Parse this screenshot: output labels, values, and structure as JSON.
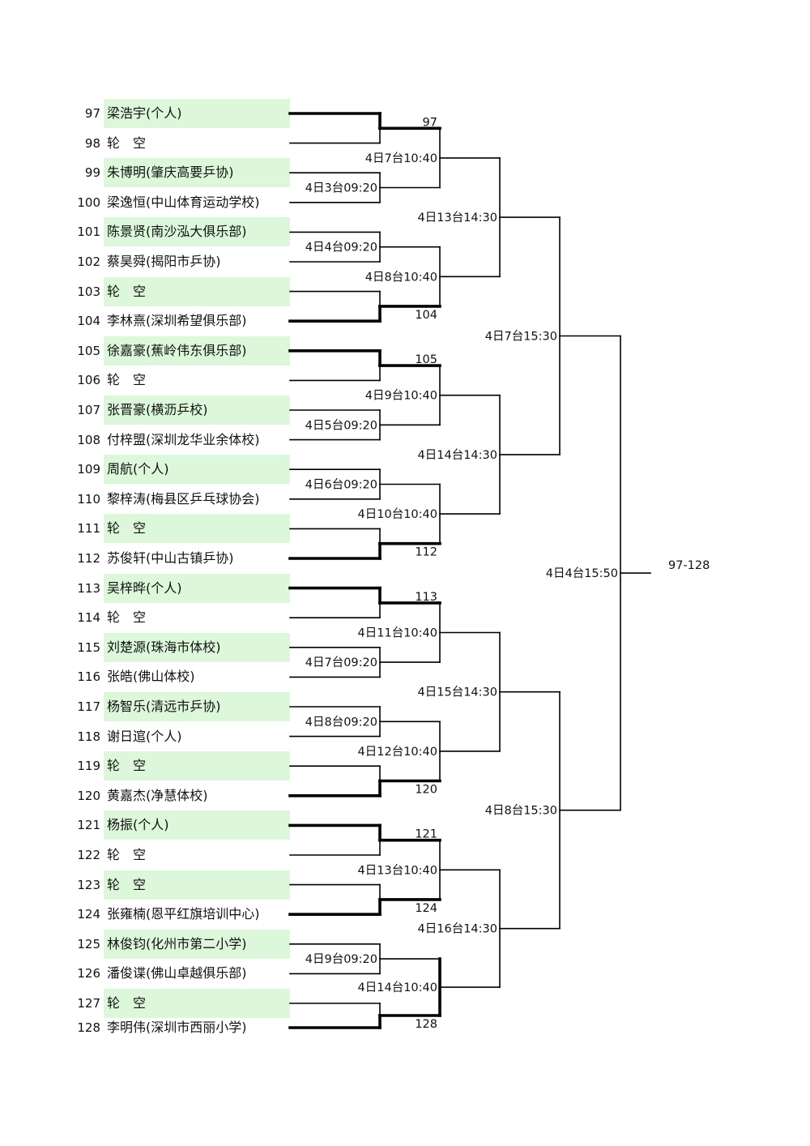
{
  "players": [
    {
      "num": "97",
      "name": "梁浩宇(个人)"
    },
    {
      "num": "98",
      "name": "轮　空"
    },
    {
      "num": "99",
      "name": "朱博明(肇庆高要乒协)"
    },
    {
      "num": "100",
      "name": "梁逸恒(中山体育运动学校)"
    },
    {
      "num": "101",
      "name": "陈景贤(南沙泓大俱乐部)"
    },
    {
      "num": "102",
      "name": "蔡昊舜(揭阳市乒协)"
    },
    {
      "num": "103",
      "name": "轮　空"
    },
    {
      "num": "104",
      "name": "李林熹(深圳希望俱乐部)"
    },
    {
      "num": "105",
      "name": "徐嘉豪(蕉岭伟东俱乐部)"
    },
    {
      "num": "106",
      "name": "轮　空"
    },
    {
      "num": "107",
      "name": "张晋豪(横沥乒校)"
    },
    {
      "num": "108",
      "name": "付梓盟(深圳龙华业余体校)"
    },
    {
      "num": "109",
      "name": "周航(个人)"
    },
    {
      "num": "110",
      "name": "黎梓涛(梅县区乒乓球协会)"
    },
    {
      "num": "111",
      "name": "轮　空"
    },
    {
      "num": "112",
      "name": "苏俊轩(中山古镇乒协)"
    },
    {
      "num": "113",
      "name": "吴梓晔(个人)"
    },
    {
      "num": "114",
      "name": "轮　空"
    },
    {
      "num": "115",
      "name": "刘楚源(珠海市体校)"
    },
    {
      "num": "116",
      "name": "张皓(佛山体校)"
    },
    {
      "num": "117",
      "name": "杨智乐(清远市乒协)"
    },
    {
      "num": "118",
      "name": "谢日逭(个人)"
    },
    {
      "num": "119",
      "name": "轮　空"
    },
    {
      "num": "120",
      "name": "黄嘉杰(净慧体校)"
    },
    {
      "num": "121",
      "name": "杨振(个人)"
    },
    {
      "num": "122",
      "name": "轮　空"
    },
    {
      "num": "123",
      "name": "轮　空"
    },
    {
      "num": "124",
      "name": "张雍楠(恩平红旗培训中心)"
    },
    {
      "num": "125",
      "name": "林俊钧(化州市第二小学)"
    },
    {
      "num": "126",
      "name": "潘俊谍(佛山卓越俱乐部)"
    },
    {
      "num": "127",
      "name": "轮　空"
    },
    {
      "num": "128",
      "name": "李明伟(深圳市西丽小学)"
    }
  ],
  "round1": [
    {
      "label": "97",
      "bye": true,
      "winner": "top"
    },
    {
      "label": "4日3台09:20",
      "bye": false
    },
    {
      "label": "4日4台09:20",
      "bye": false
    },
    {
      "label": "104",
      "bye": true,
      "winner": "bottom"
    },
    {
      "label": "105",
      "bye": true,
      "winner": "top"
    },
    {
      "label": "4日5台09:20",
      "bye": false
    },
    {
      "label": "4日6台09:20",
      "bye": false
    },
    {
      "label": "112",
      "bye": true,
      "winner": "bottom"
    },
    {
      "label": "113",
      "bye": true,
      "winner": "top"
    },
    {
      "label": "4日7台09:20",
      "bye": false
    },
    {
      "label": "4日8台09:20",
      "bye": false
    },
    {
      "label": "120",
      "bye": true,
      "winner": "bottom"
    },
    {
      "label": "121",
      "bye": true,
      "winner": "top"
    },
    {
      "label": "124",
      "bye": true,
      "winner": "bottom"
    },
    {
      "label": "4日9台09:20",
      "bye": false
    },
    {
      "label": "128",
      "bye": true,
      "winner": "bottom"
    }
  ],
  "round2": [
    "4日7台10:40",
    "4日8台10:40",
    "4日9台10:40",
    "4日10台10:40",
    "4日11台10:40",
    "4日12台10:40",
    "4日13台10:40",
    "4日14台10:40"
  ],
  "round3": [
    "4日13台14:30",
    "4日14台14:30",
    "4日15台14:30",
    "4日16台14:30"
  ],
  "round4": [
    "4日7台15:30",
    "4日8台15:30"
  ],
  "final": "4日4台15:50",
  "result_label": "97-128"
}
